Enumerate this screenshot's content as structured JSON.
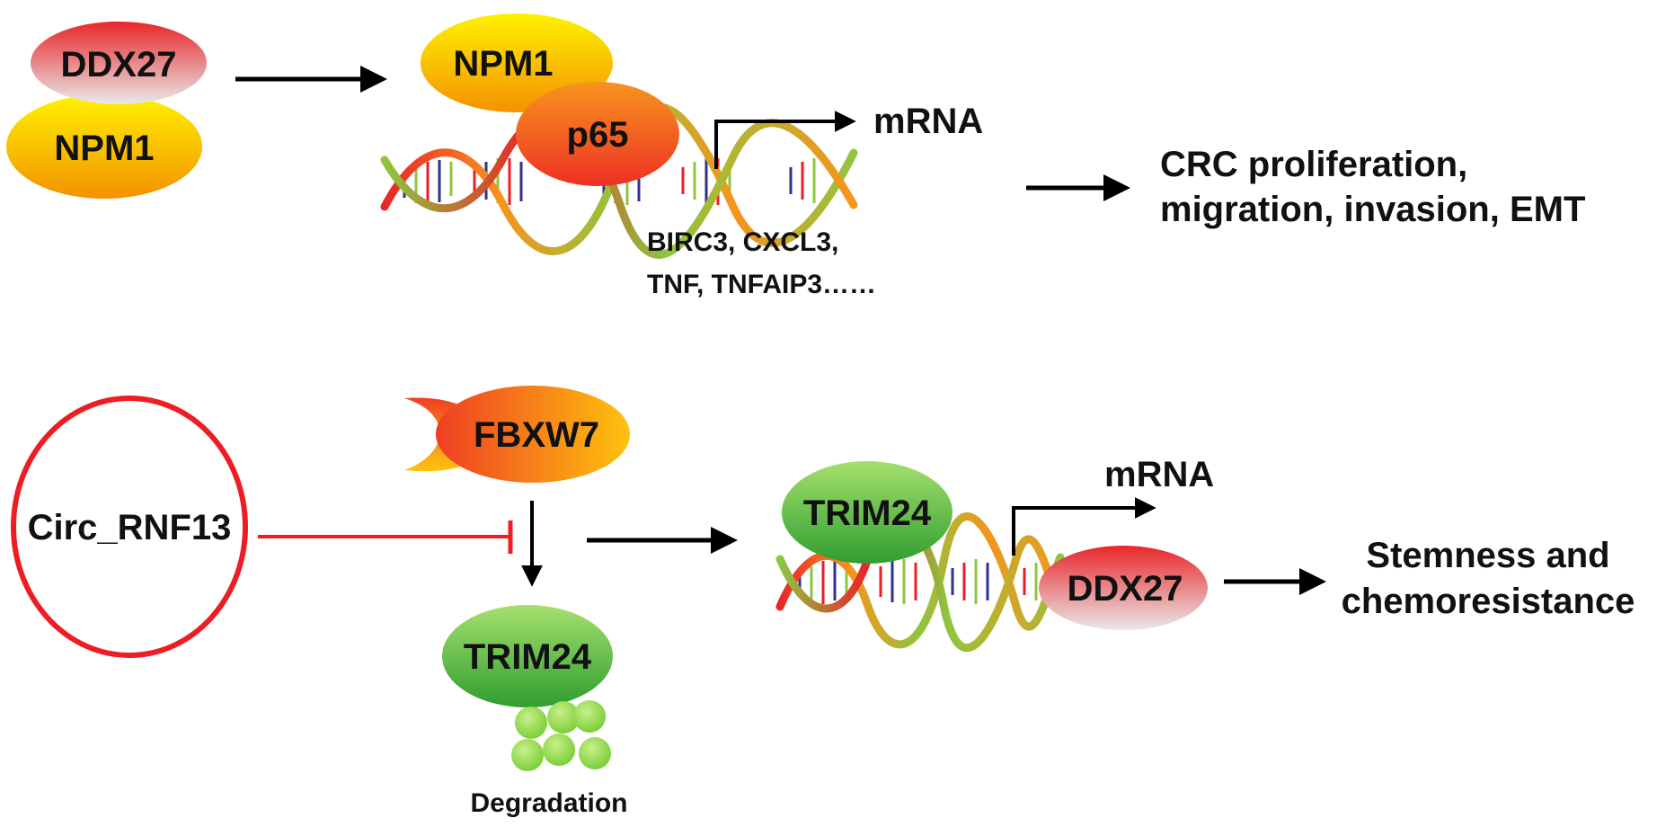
{
  "colors": {
    "ddx27_top": "#e8262a",
    "ddx27_bottom": "#e9e9e9",
    "npm1_top": "#fff200",
    "npm1_bottom": "#f39200",
    "p65_top": "#f7941d",
    "p65_bottom": "#ee3124",
    "fbxw7_top": "#ef3e23",
    "fbxw7_bottom": "#ffc20e",
    "trim24_top": "#a6e06e",
    "trim24_bottom": "#2f9e2f",
    "circ_ring": "#ee1c24",
    "inhibit_line": "#ee1c24",
    "arrow": "#000000",
    "ubiquitin": "#7ccf3a"
  },
  "top_pathway": {
    "ddx27": "DDX27",
    "npm1_a": "NPM1",
    "npm1_b": "NPM1",
    "p65": "p65",
    "mrna": "mRNA",
    "targets_line1": "BIRC3, CXCL3,",
    "targets_line2": "TNF, TNFAIP3……",
    "outcome_line1": "CRC proliferation,",
    "outcome_line2": "migration, invasion, EMT"
  },
  "bottom_pathway": {
    "circ": "Circ_RNF13",
    "fbxw7": "FBXW7",
    "trim24_degraded": "TRIM24",
    "degradation": "Degradation",
    "trim24_bound": "TRIM24",
    "mrna": "mRNA",
    "ddx27": "DDX27",
    "outcome_line1": "Stemness and",
    "outcome_line2": "chemoresistance"
  }
}
